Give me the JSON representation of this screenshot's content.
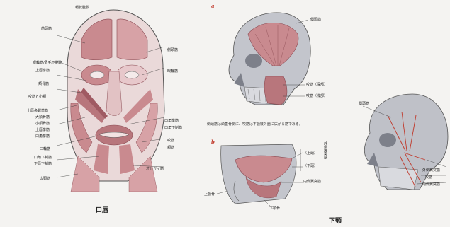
{
  "figure": {
    "left_caption": "口唇",
    "right_caption": "下顎",
    "panel_a_letter": "a",
    "panel_b_letter": "b",
    "panel_a_note": "側頭筋は頭蓋骨側に、咬筋は下顎枝外面に広がる筋である。"
  },
  "face_labels_left": [
    "帽状腱膜",
    "前頭筋",
    "眼輪筋/眉毛下制筋",
    "上唇挙筋",
    "頬骨筋",
    "咬筋と小頬",
    "上唇鼻翼挙筋",
    "大頬骨筋",
    "小頬骨筋",
    "上唇挙筋",
    "口角挙筋",
    "口輪筋",
    "口角下制筋",
    "下唇下制筋",
    "広頸筋"
  ],
  "face_labels_right": [
    "側頭筋",
    "眼輪筋",
    "口角挙筋",
    "口角下制筋",
    "咬筋",
    "頬筋",
    "オトガイ筋"
  ],
  "skull_a_labels": [
    "側頭筋",
    "咬筋（深部）",
    "咬筋（浅部）"
  ],
  "skull_b_labels": [
    "外側翼突筋",
    "（上頭）",
    "（下頭）",
    "内側翼突筋",
    "上顎骨",
    "下顎骨"
  ],
  "skull_c_labels": [
    "側頭筋",
    "外側翼突筋",
    "咬筋",
    "内側翼突筋"
  ],
  "colors": {
    "muscle": "#c98a8f",
    "muscle_dark": "#a05a62",
    "skull": "#b9bcc4",
    "skull_dark": "#7d808a",
    "line": "#333333"
  }
}
